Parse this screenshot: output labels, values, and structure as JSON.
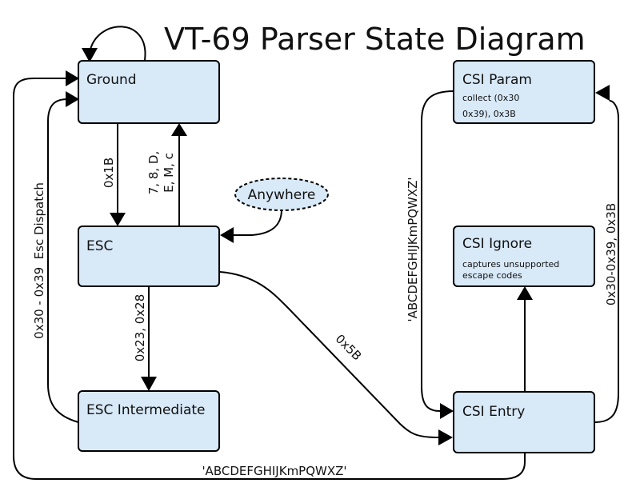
{
  "title": "VT-69 Parser State Diagram",
  "colors": {
    "state_fill": "#d8e9f8",
    "stroke": "#000000"
  },
  "states": {
    "ground": "Ground",
    "esc": "ESC",
    "esc_intermediate": "ESC Intermediate",
    "csi_param": "CSI Param",
    "csi_param_note_1": "collect (0x30",
    "csi_param_note_2": "0x39), 0x3B",
    "csi_ignore": "CSI Ignore",
    "csi_ignore_note_1": "captures unsupported",
    "csi_ignore_note_2": "escape codes",
    "csi_entry": "CSI Entry",
    "anywhere": "Anywhere"
  },
  "transitions": {
    "ground_to_esc": "0x1B",
    "esc_to_ground_1": "7, 8, D,",
    "esc_to_ground_2": "E, M, c",
    "esc_to_intermediate": "0x23, 0x28",
    "intermediate_to_ground": "0x30 - 0x39  Esc Dispatch",
    "esc_to_csi_entry": "0x5B",
    "csi_param_to_csi_entry": "'ABCDEFGHIJKmPQWXZ'",
    "csi_entry_to_csi_param": "0x30-0x39, 0x3B",
    "csi_entry_to_ground": "'ABCDEFGHIJKmPQWXZ'"
  }
}
